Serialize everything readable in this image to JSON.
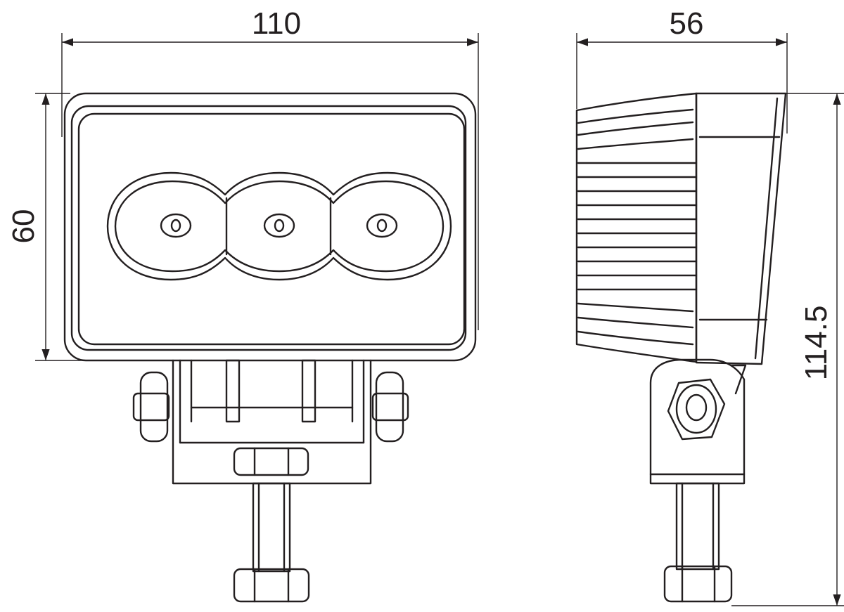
{
  "dimensions": {
    "front_width": "110",
    "front_height": "60",
    "side_depth": "56",
    "total_height": "114.5"
  },
  "colors": {
    "line": "#231f20",
    "background": "#ffffff"
  }
}
